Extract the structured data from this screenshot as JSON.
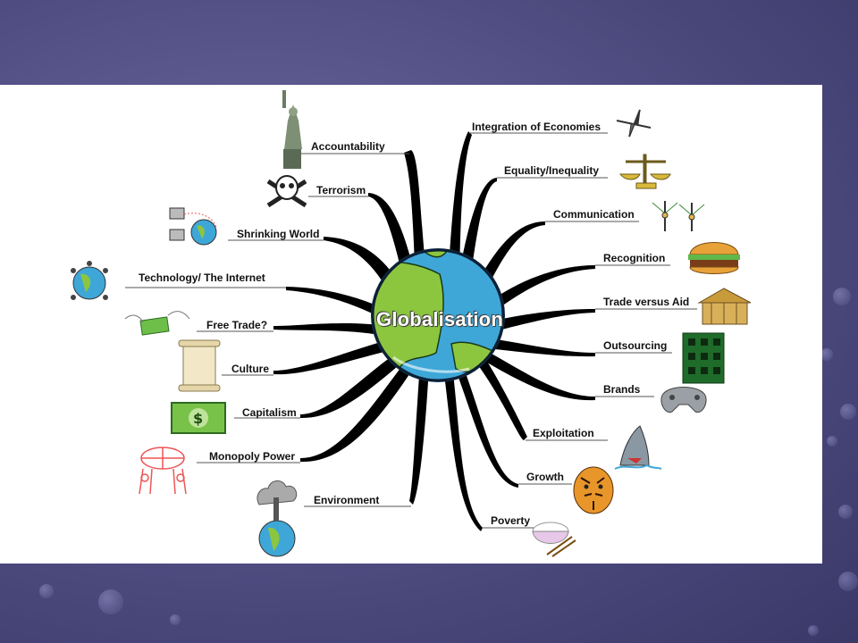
{
  "center": {
    "label": "Globalisation"
  },
  "left_branches": [
    {
      "label": "Accountability",
      "icon": "statue-of-liberty-icon"
    },
    {
      "label": "Terrorism",
      "icon": "skull-crossbones-icon"
    },
    {
      "label": "Shrinking World",
      "icon": "networked-computers-icon"
    },
    {
      "label": "Technology/ The Internet",
      "icon": "globe-network-icon"
    },
    {
      "label": "Free Trade?",
      "icon": "flying-money-icon"
    },
    {
      "label": "Culture",
      "icon": "scroll-icon"
    },
    {
      "label": "Capitalism",
      "icon": "dollar-bill-icon"
    },
    {
      "label": "Monopoly Power",
      "icon": "people-holding-globe-icon"
    },
    {
      "label": "Environment",
      "icon": "polluted-earth-icon"
    }
  ],
  "right_branches": [
    {
      "label": "Integration of Economies",
      "icon": "compass-rose-icon"
    },
    {
      "label": "Equality/Inequality",
      "icon": "balance-scale-icon"
    },
    {
      "label": "Communication",
      "icon": "satellite-towers-icon"
    },
    {
      "label": "Recognition",
      "icon": "hamburger-icon"
    },
    {
      "label": "Trade versus Aid",
      "icon": "warehouse-icon"
    },
    {
      "label": "Outsourcing",
      "icon": "circuit-board-icon"
    },
    {
      "label": "Brands",
      "icon": "game-controller-icon"
    },
    {
      "label": "Exploitation",
      "icon": "shark-icon"
    },
    {
      "label": "Growth",
      "icon": "tiger-icon"
    },
    {
      "label": "Poverty",
      "icon": "rice-bowl-icon"
    }
  ],
  "colors": {
    "background": "#4e4c80",
    "globe_ocean": "#3ea7d8",
    "globe_land": "#8cc63f",
    "branch": "#000000"
  }
}
